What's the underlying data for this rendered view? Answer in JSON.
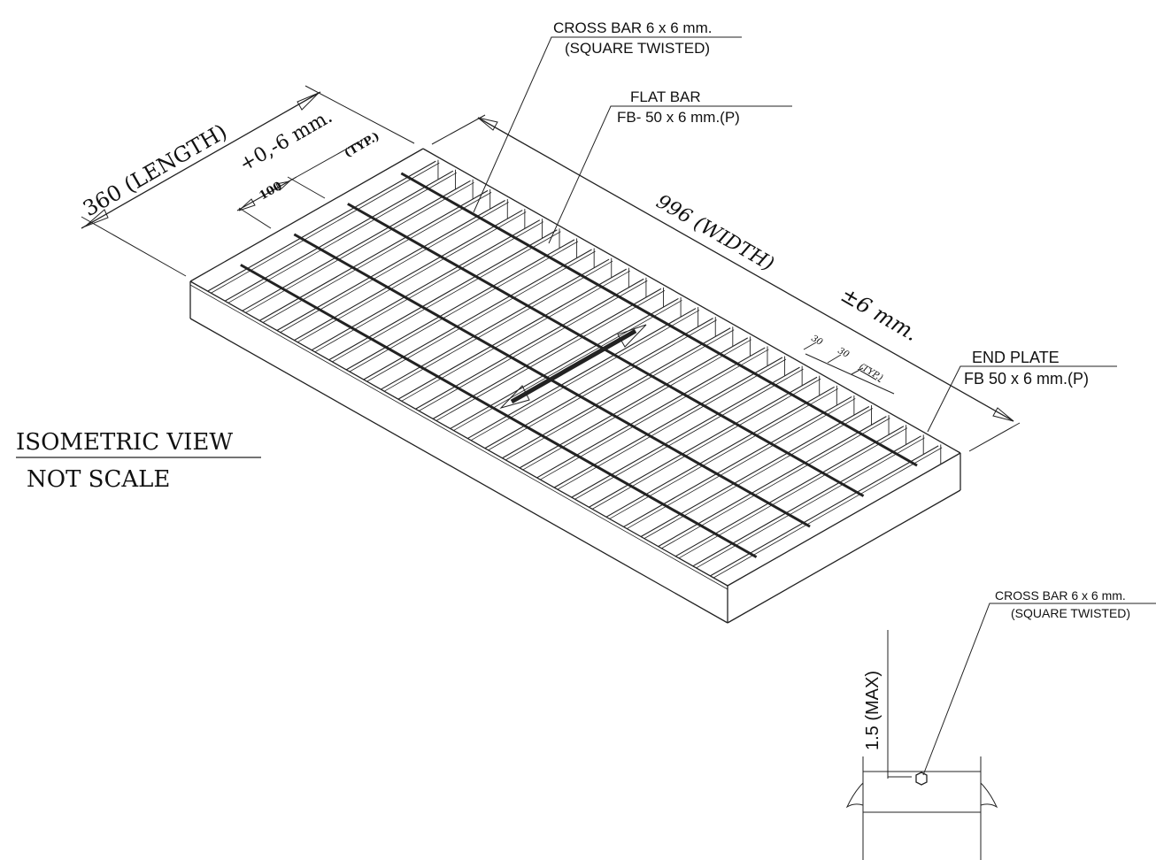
{
  "title": {
    "main": "ISOMETRIC VIEW",
    "sub": "NOT SCALE"
  },
  "dimensions": {
    "length": "360 (LENGTH)",
    "length_tol": "+0,-6 mm.",
    "cross_spacing": "100",
    "cross_spacing_typ": "(TYP.)",
    "width": "996 (WIDTH)",
    "width_tol": "±6 mm.",
    "bar_spacing_1": "30",
    "bar_spacing_2": "30",
    "bar_spacing_typ": "(TYP.)",
    "max_protrusion": "1.5 (MAX)"
  },
  "callouts": {
    "cross_bar_line1": "CROSS BAR 6 x 6 mm.",
    "cross_bar_line2": "(SQUARE TWISTED)",
    "flat_bar_line1": "FLAT BAR",
    "flat_bar_line2": "FB- 50 x 6  mm.(P)",
    "end_plate_line1": "END PLATE",
    "end_plate_line2": "FB 50 x 6 mm.(P)",
    "detail_cross_bar_line1": "CROSS BAR 6 x 6 mm.",
    "detail_cross_bar_line2": "(SQUARE TWISTED)"
  }
}
